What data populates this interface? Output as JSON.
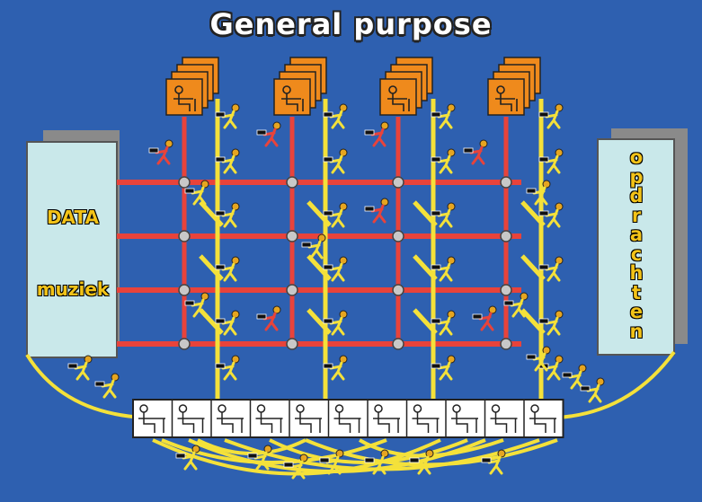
{
  "title": "General purpose",
  "left_panel": {
    "line1": "DATA",
    "line2": "muziek"
  },
  "right_panel": {
    "letters": [
      "o",
      "p",
      "d",
      "r",
      "a",
      "c",
      "h",
      "t",
      "e",
      "n"
    ]
  },
  "colors": {
    "background": "#2e60b0",
    "bus_red": "#e8433b",
    "bus_yellow": "#f4e13a",
    "processor_orange": "#ef8a1c",
    "panel_fill": "#c9e8ea",
    "panel_shadow": "#8a8a8a",
    "node_gray": "#c8c8c8"
  }
}
